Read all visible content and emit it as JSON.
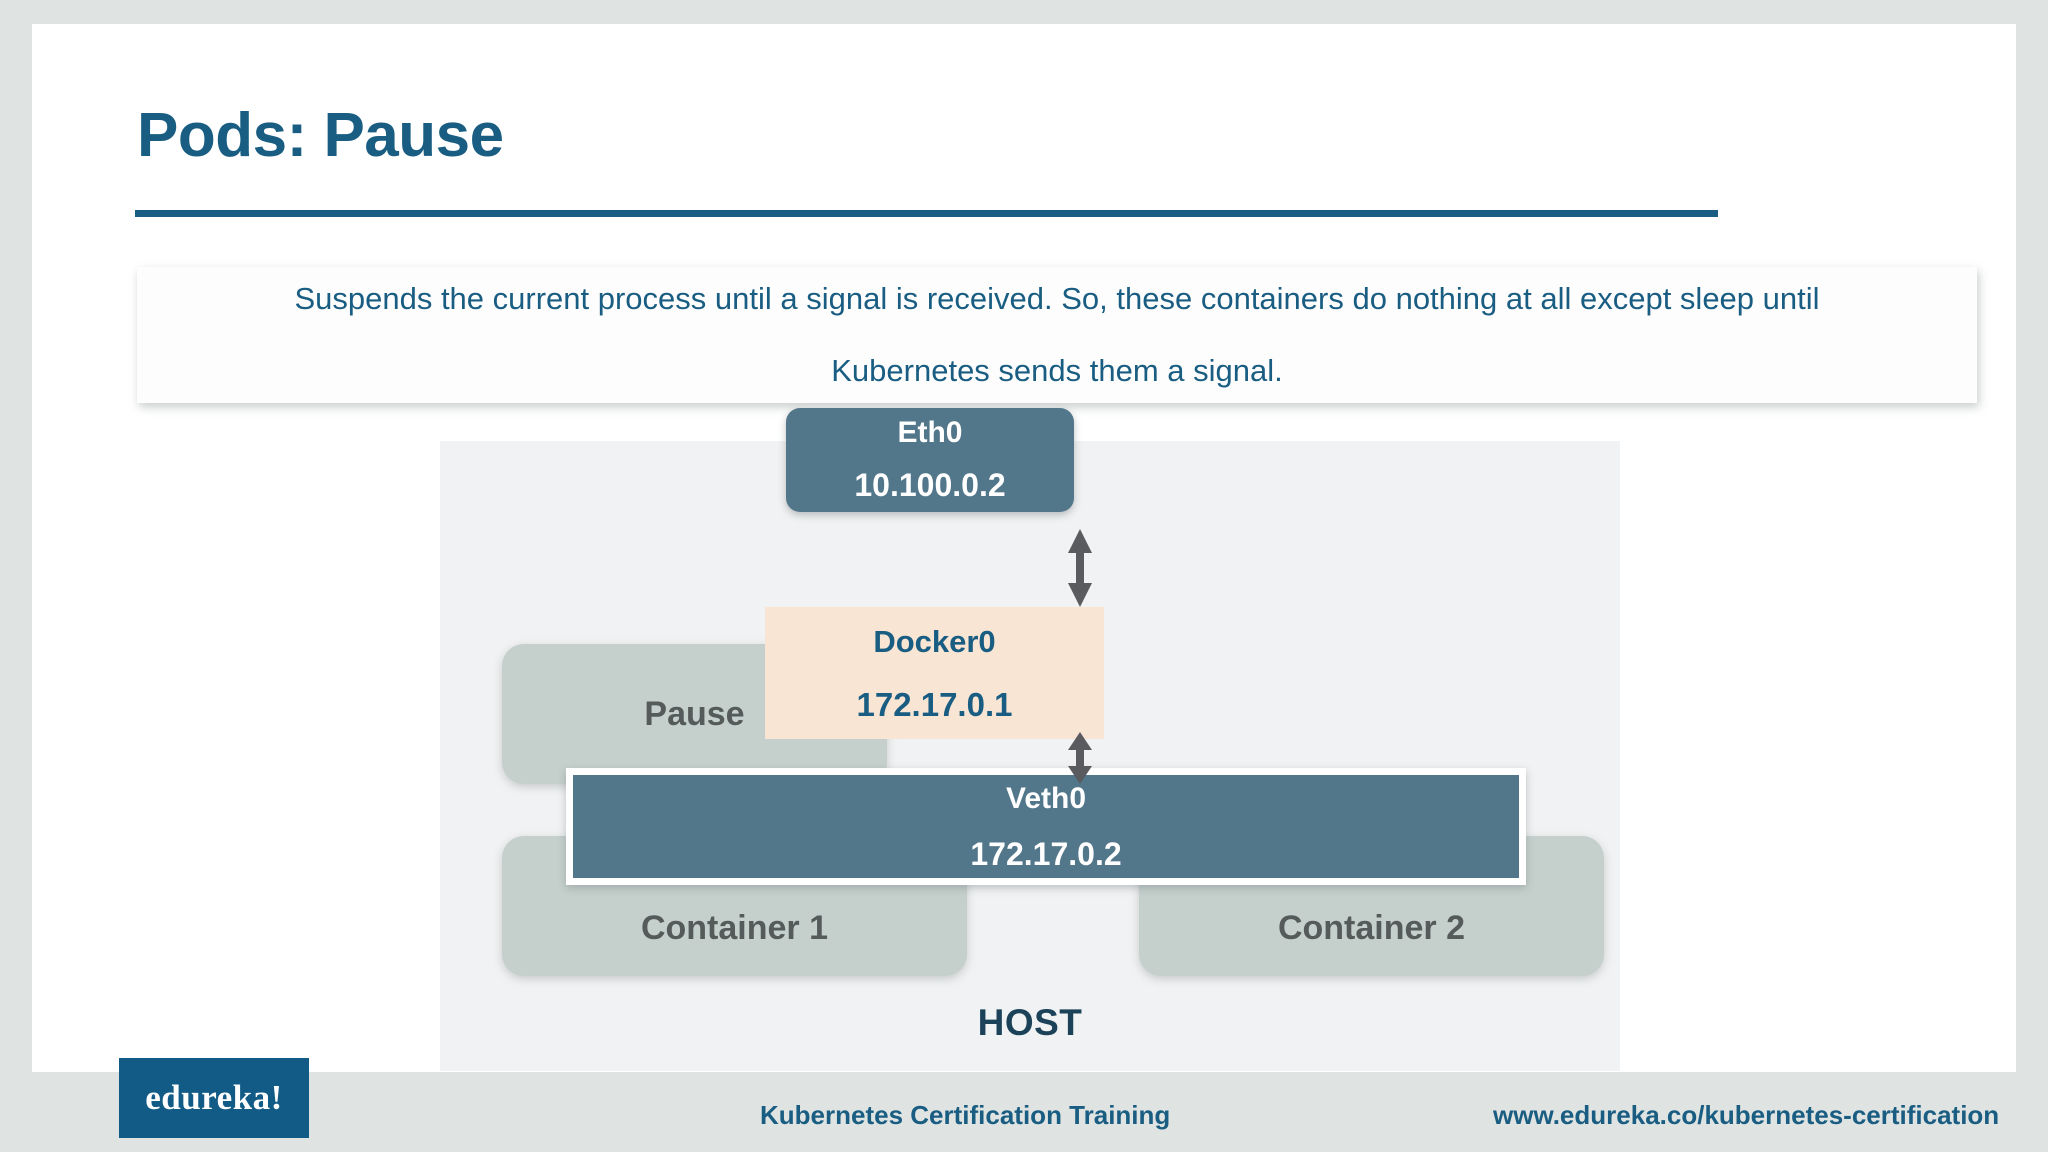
{
  "slide": {
    "title": "Pods: Pause",
    "description_lines": [
      "Suspends the current process until a signal is received. So, these containers do nothing at all except sleep until",
      "Kubernetes sends them a signal."
    ]
  },
  "diagram": {
    "host_label": "HOST",
    "nodes": {
      "eth0": {
        "title": "Eth0",
        "ip": "10.100.0.2"
      },
      "docker0": {
        "title": "Docker0",
        "ip": "172.17.0.1"
      },
      "veth0": {
        "title": "Veth0",
        "ip": "172.17.0.2"
      },
      "pause": {
        "title": "Pause"
      },
      "container1": {
        "title": "Container 1"
      },
      "container2": {
        "title": "Container 2"
      }
    },
    "connectors": [
      {
        "name": "eth0-docker0",
        "type": "double-arrow-vertical"
      },
      {
        "name": "docker0-veth0",
        "type": "double-arrow-vertical"
      }
    ]
  },
  "footer": {
    "logo": "edureka!",
    "course": "Kubernetes Certification Training",
    "url": "www.edureka.co/kubernetes-certification"
  },
  "colors": {
    "page_background": "#dfe4e2",
    "slide_background": "#ffffff",
    "title_blue": "#1a5d82",
    "host_panel": "#f1f2f3",
    "node_slate": "#53778a",
    "node_peach": "#f8e5d4",
    "node_sage": "#c5d0cc",
    "node_gray_text": "#555b5b",
    "host_text": "#1b4259",
    "logo_blue": "#115b86",
    "arrow_gray": "#595b5e"
  }
}
